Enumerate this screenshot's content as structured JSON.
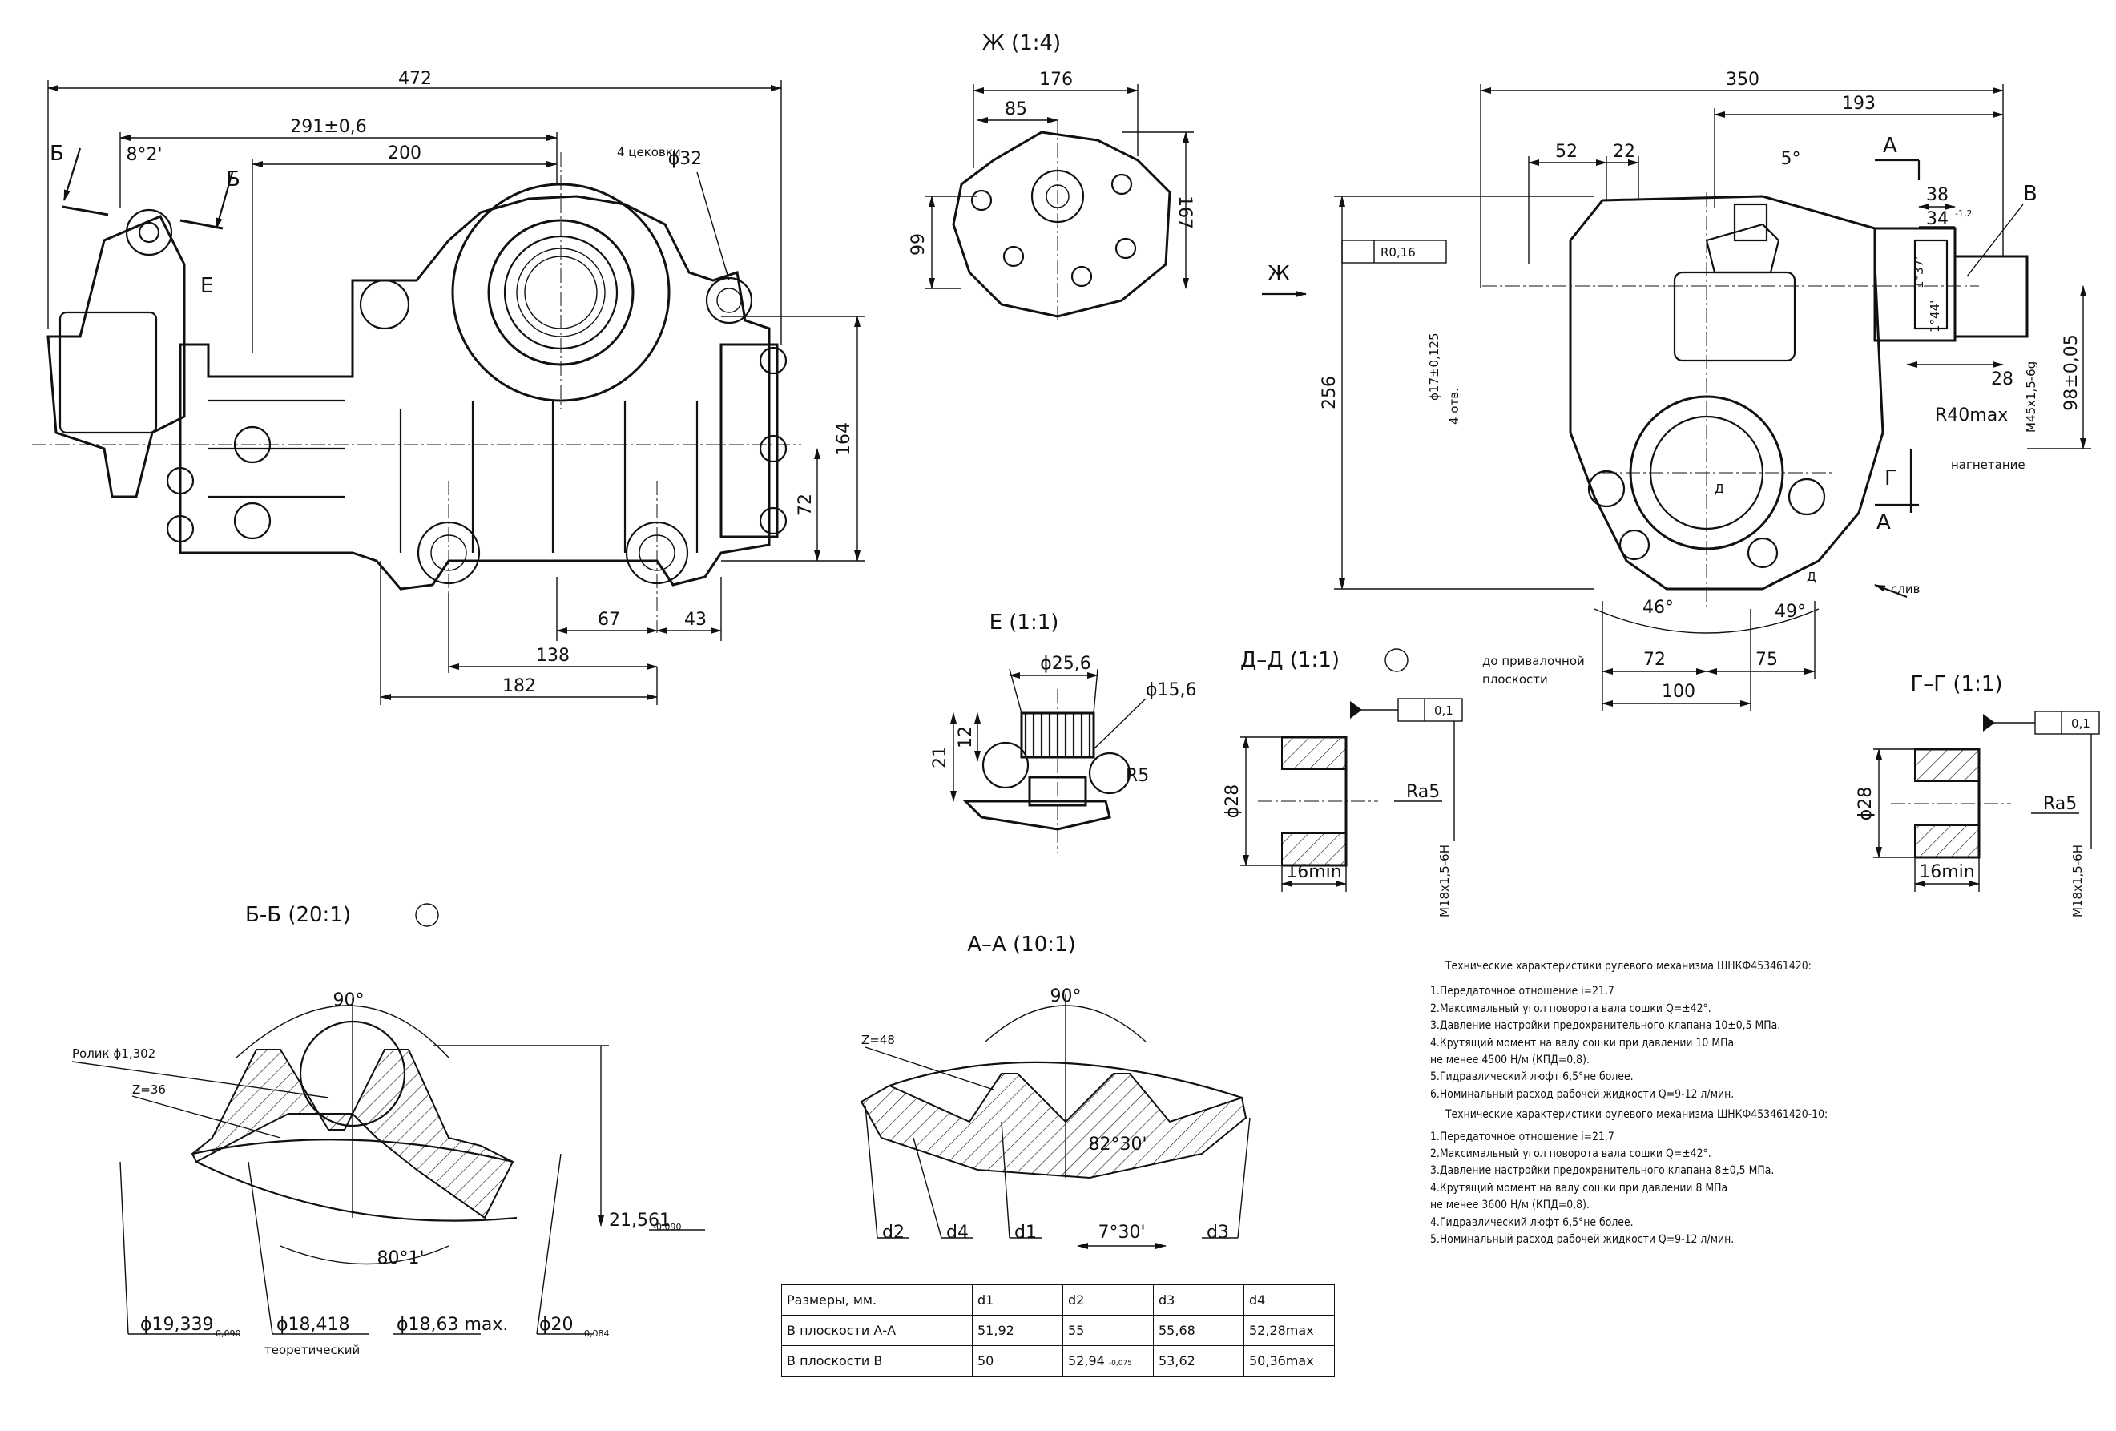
{
  "views": {
    "main_dims": {
      "overall": "472",
      "d291": "291±0,6",
      "d200": "200",
      "angle": "8°2'",
      "counter": "4 цековки",
      "d32": "ϕ32",
      "d164": "164",
      "d72": "72",
      "d67": "67",
      "d43": "43",
      "d138": "138",
      "d182": "182",
      "section_b_left": "Б",
      "section_b_right": "Б",
      "view_e": "Е"
    },
    "zh_view": {
      "title": "Ж (1:4)",
      "d176": "176",
      "d85": "85",
      "d99": "99",
      "d167": "167"
    },
    "right_view": {
      "d350": "350",
      "d193": "193",
      "d52": "52",
      "d22": "22",
      "angle5": "5°",
      "label_a_top": "А",
      "label_a_bottom": "А",
      "label_v": "В",
      "d38": "38",
      "d34": "34",
      "d34_tol": "-1,2",
      "d37": "1°37'",
      "d44": "1°44'",
      "d256": "256",
      "d17": "ϕ17±0,125",
      "holes": "4 отв.",
      "position_tol": "R0,16",
      "arrow_zh": "Ж",
      "d28": "28",
      "r40": "R40max",
      "thread": "M45x1,5-6g",
      "d98": "98±0,05",
      "pressure": "нагнетание",
      "label_g": "Г",
      "drain": "слив",
      "angle46": "46°",
      "angle49": "49°",
      "d72": "72",
      "d75": "75",
      "d100": "100",
      "plane_note_1": "до привалочной",
      "plane_note_2": "плоскости",
      "label_d1": "Д",
      "label_d2": "Д"
    },
    "e_view": {
      "title": "Е (1:1)",
      "d25": "ϕ25,6",
      "d15": "ϕ15,6",
      "d21": "21",
      "d12": "12",
      "r5": "R5"
    },
    "dd_section": {
      "title": "Д–Д (1:1)",
      "perp": "0,1",
      "d28": "ϕ28",
      "ra": "Ra5",
      "d16": "16min",
      "thread": "M18x1,5-6H"
    },
    "gg_section": {
      "title": "Г–Г (1:1)",
      "perp": "0,1",
      "d28": "ϕ28",
      "ra": "Ra5",
      "d16": "16min",
      "thread": "M18x1,5-6H"
    },
    "bb_section": {
      "title": "Б-Б (20:1)",
      "angle90": "90°",
      "roller": "Ролик ϕ1,302",
      "z": "Z=36",
      "angle80": "80°1'",
      "d21": "21,561",
      "d21_tol": "-0,090",
      "d19": "ϕ19,339",
      "d19_tol": "-0,090",
      "d18": "ϕ18,418",
      "d18_note": "теоретический",
      "d18max": "ϕ18,63 max.",
      "d20": "ϕ20",
      "d20_tol": "-0,084"
    },
    "aa_section": {
      "title": "А–А (10:1)",
      "angle90": "90°",
      "z": "Z=48",
      "angle82": "82°30'",
      "angle7": "7°30'",
      "d1": "d1",
      "d2": "d2",
      "d3": "d3",
      "d4": "d4"
    }
  },
  "specs": {
    "title1": "Технические характеристики рулевого механизма ШНКФ453461420:",
    "list1": [
      "1.Передаточное отношение i=21,7",
      "2.Максимальный угол поворота вала сошки Q=±42°.",
      "3.Давление настройки предохранительного клапана 10±0,5 МПа.",
      "4.Крутящий момент на валу сошки при давлении 10 МПа",
      "не менее 4500 Н/м (КПД=0,8).",
      "5.Гидравлический люфт 6,5°не более.",
      "6.Номинальный расход рабочей жидкости Q=9-12 л/мин."
    ],
    "title2": "Технические характеристики рулевого механизма ШНКФ453461420-10:",
    "list2": [
      "1.Передаточное отношение i=21,7",
      "2.Максимальный угол поворота вала сошки Q=±42°.",
      "3.Давление настройки предохранительного клапана 8±0,5 МПа.",
      "4.Крутящий момент на валу сошки при давлении 8 МПа",
      "не менее 3600 Н/м (КПД=0,8).",
      "4.Гидравлический люфт 6,5°не более.",
      "5.Номинальный расход рабочей жидкости Q=9-12 л/мин."
    ]
  },
  "sizes_table": {
    "header": [
      "Размеры, мм.",
      "d1",
      "d2",
      "d3",
      "d4"
    ],
    "rows": [
      [
        "В плоскости А-А",
        "51,92",
        "55",
        "55,68",
        "52,28max"
      ],
      [
        "В плоскости В",
        "50",
        "52,94",
        "53,62",
        "50,36max"
      ]
    ],
    "tol_d2_b": "-0,075"
  }
}
